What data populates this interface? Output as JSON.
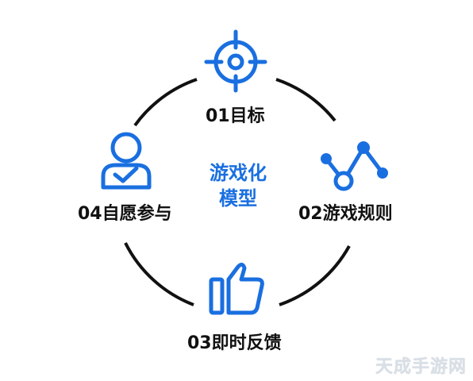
{
  "center_title": {
    "line1": "游戏化",
    "line2": "模型"
  },
  "stages": [
    {
      "label": "01目标",
      "icon": "target-icon"
    },
    {
      "label": "02游戏规则",
      "icon": "line-graph-icon"
    },
    {
      "label": "03即时反馈",
      "icon": "thumbs-up-icon"
    },
    {
      "label": "04自愿参与",
      "icon": "user-check-icon"
    }
  ],
  "colors": {
    "accent": "#1a6fe0",
    "cycle_line": "#111111",
    "text": "#111111"
  },
  "watermark": "天成手游网"
}
